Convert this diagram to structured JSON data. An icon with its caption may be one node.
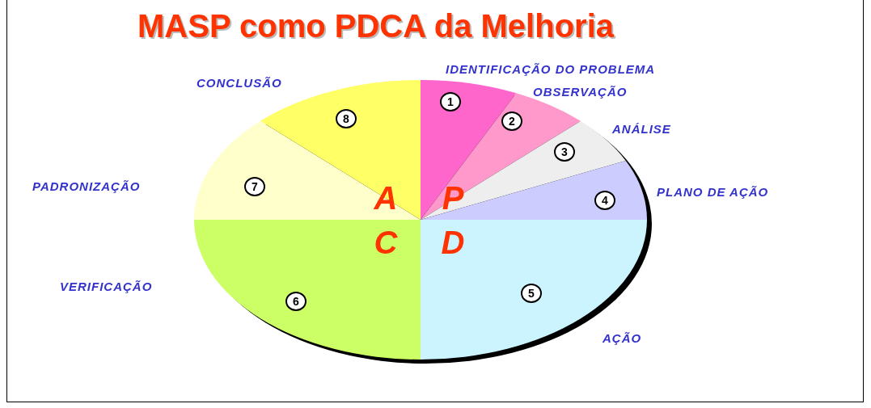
{
  "diagram": {
    "title": "MASP como PDCA da Melhoria",
    "nodes": [
      {
        "text": [
          "1"
        ]
      },
      {
        "text": [
          "2"
        ]
      },
      {
        "text": [
          "3"
        ]
      },
      {
        "text": [
          "4"
        ]
      },
      {
        "text": [
          "5"
        ]
      },
      {
        "text": [
          "6"
        ]
      },
      {
        "text": [
          "7"
        ]
      },
      {
        "text": [
          "8"
        ]
      }
    ],
    "labels": [
      "IDENTIFICAÇÃO DO PROBLEMA",
      "CONCLUSÃO",
      "OBSERVAÇÃO",
      "ANÁLISE",
      "PADRONIZAÇÃO",
      "PLANO DE AÇÃO",
      "A",
      "P",
      "C",
      "D",
      "VERIFICAÇÃO",
      "AÇÃO"
    ]
  }
}
